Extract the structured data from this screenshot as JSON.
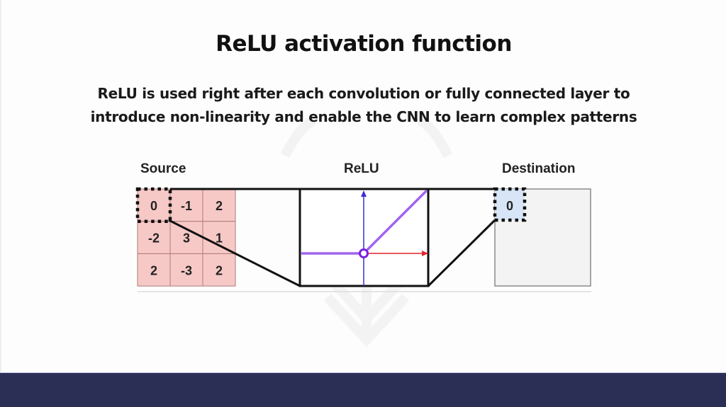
{
  "slide": {
    "title": "ReLU activation function",
    "subtitle_line1": "ReLU is used right after each convolution or fully connected layer to",
    "subtitle_line2": "introduce non-linearity and enable the CNN to learn complex patterns"
  },
  "diagram": {
    "source_label": "Source",
    "relu_label": "ReLU",
    "destination_label": "Destination",
    "source_grid": [
      [
        "0",
        "-1",
        "2"
      ],
      [
        "-2",
        "3",
        "1"
      ],
      [
        "2",
        "-3",
        "2"
      ]
    ],
    "highlighted_source_cell": "0",
    "destination_value": "0",
    "colors": {
      "source_fill": "#f6c9c6",
      "source_border": "#b07a78",
      "destination_cell_fill": "#d7e5f7",
      "destination_area_fill": "#f3f3f3",
      "relu_line": "#a064f0",
      "y_axis": "#3a2fd0",
      "x_axis": "#e0242a",
      "origin_marker": "#7a1fe0",
      "footer": "#2b2e55"
    }
  }
}
